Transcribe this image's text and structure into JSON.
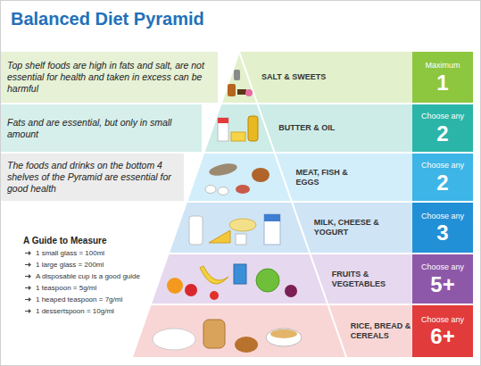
{
  "diagram": {
    "title": "Balanced Diet Pyramid",
    "nodes": [
      {
        "text": [
          "Top shelf foods are high in fats and salt, are not essential for health and taken in excess can be harmful"
        ]
      },
      {
        "text": [
          "SALT & SWEETS"
        ]
      },
      {
        "text": [
          "Maximum",
          "1"
        ]
      },
      {
        "text": [
          "Fats and are essential, but only in small amount"
        ]
      },
      {
        "text": [
          "BUTTER & OIL"
        ]
      },
      {
        "text": [
          "Choose any",
          "2"
        ]
      },
      {
        "text": [
          "The foods and drinks on the bottom 4 shelves of the Pyramid are essential for good health"
        ]
      },
      {
        "text": [
          "MEAT, FISH & EGGS"
        ]
      },
      {
        "text": [
          "Choose any",
          "2"
        ]
      },
      {
        "text": [
          "MILK, CHEESE & YOGURT"
        ]
      },
      {
        "text": [
          "Choose any",
          "3"
        ]
      },
      {
        "text": [
          "FRUITS & VEGETABLES"
        ]
      },
      {
        "text": [
          "Choose any",
          "5+"
        ]
      },
      {
        "text": [
          "RICE, BREAD & CEREALS"
        ]
      },
      {
        "text": [
          "Choose any",
          "6+"
        ]
      }
    ],
    "labels": [
      "A Guide to Measure",
      "1 small glass = 100ml",
      "1 large glass = 200ml",
      "A disposable cup is a good guide",
      "1 teaspoon = 5g/ml",
      "1 heaped teaspoon = 7g/ml",
      "1 dessertspoon = 10g/ml"
    ]
  }
}
